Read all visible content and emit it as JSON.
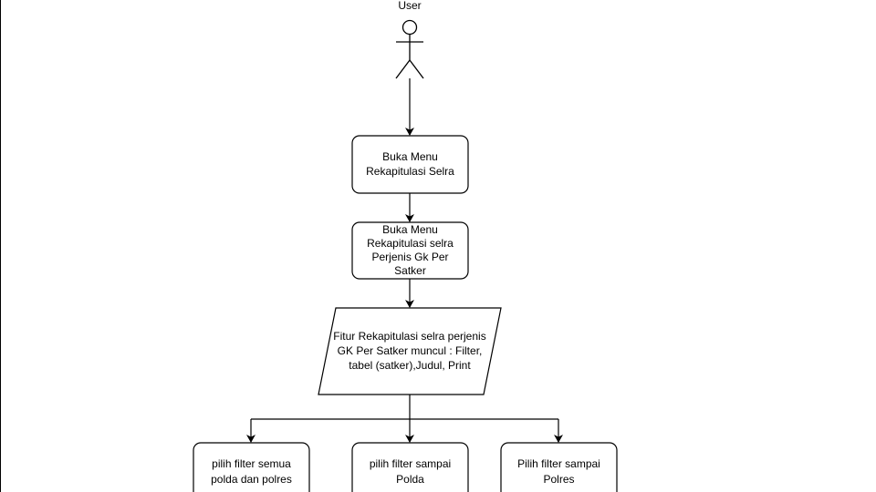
{
  "diagram": {
    "actor_label": "User",
    "step1_lines": [
      "Buka Menu",
      "Rekapitulasi Selra"
    ],
    "step2_lines": [
      "Buka Menu",
      "Rekapitulasi selra",
      "Perjenis Gk Per",
      "Satker"
    ],
    "io_lines": [
      "Fitur Rekapitulasi selra perjenis",
      "GK Per Satker muncul : Filter,",
      "tabel (satker),Judul, Print"
    ],
    "branch_left_lines": [
      "pilih filter semua",
      "polda dan polres"
    ],
    "branch_mid_lines": [
      "pilih filter sampai",
      "Polda"
    ],
    "branch_right_lines": [
      "Pilih filter sampai",
      "Polres"
    ]
  },
  "colors": {
    "stroke": "#000000",
    "fill": "#ffffff",
    "text": "#000000"
  }
}
